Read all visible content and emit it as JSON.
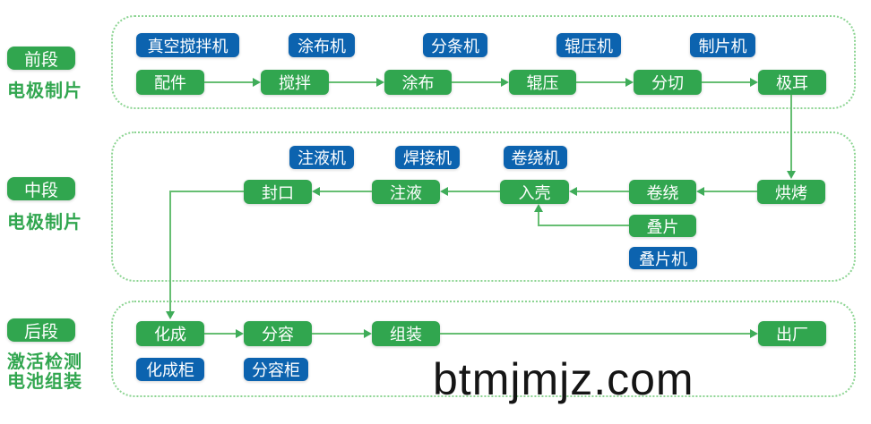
{
  "colors": {
    "green": "#31A64F",
    "blue": "#0C63AF",
    "line": "#66BE72",
    "head": "#3FAC59",
    "border": "#8CD492",
    "ink": "#151515"
  },
  "watermark": {
    "text": "btmjmjz.com"
  },
  "stage_labels": [
    {
      "title": "前段",
      "lines": [
        "电极制片"
      ]
    },
    {
      "title": "中段",
      "lines": [
        "电极制片"
      ]
    },
    {
      "title": "后段",
      "lines": [
        "激活检测",
        "电池组装"
      ]
    }
  ],
  "sections": {
    "front": {
      "machines": [
        {
          "label": "真空搅拌机"
        },
        {
          "label": "涂布机"
        },
        {
          "label": "分条机"
        },
        {
          "label": "辊压机"
        },
        {
          "label": "制片机"
        }
      ],
      "steps": [
        {
          "label": "配件"
        },
        {
          "label": "搅拌"
        },
        {
          "label": "涂布"
        },
        {
          "label": "辊压"
        },
        {
          "label": "分切"
        },
        {
          "label": "极耳"
        }
      ]
    },
    "middle": {
      "machines": [
        {
          "label": "注液机"
        },
        {
          "label": "焊接机"
        },
        {
          "label": "卷绕机"
        },
        {
          "label": "叠片机"
        }
      ],
      "steps": [
        {
          "label": "封口"
        },
        {
          "label": "注液"
        },
        {
          "label": "入壳"
        },
        {
          "label": "卷绕"
        },
        {
          "label": "烘烤"
        },
        {
          "label": "叠片"
        }
      ]
    },
    "back": {
      "machines": [
        {
          "label": "化成柜"
        },
        {
          "label": "分容柜"
        }
      ],
      "steps": [
        {
          "label": "化成"
        },
        {
          "label": "分容"
        },
        {
          "label": "组装"
        },
        {
          "label": "出厂"
        }
      ]
    }
  }
}
